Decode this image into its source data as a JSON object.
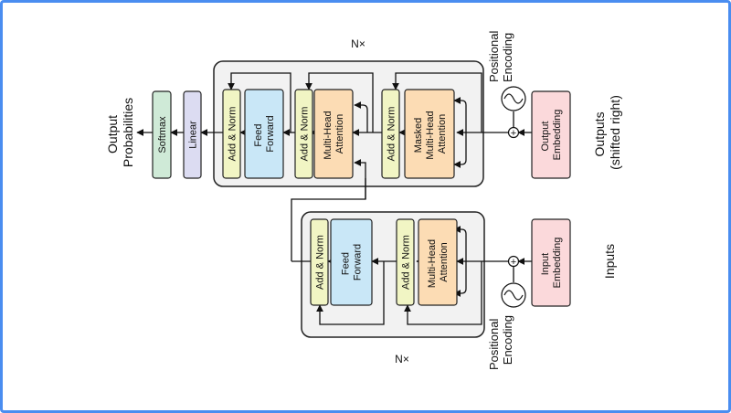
{
  "colors": {
    "frame": "#4a8df0",
    "stack_fill": "#f2f2f2",
    "stack_stroke": "#222222",
    "add_norm": "#f1f5c4",
    "feed_forward": "#c9e7f7",
    "attention": "#fcdcb4",
    "linear": "#dcdcf2",
    "softmax": "#cfead7",
    "embedding": "#fbd9db"
  },
  "decoder": {
    "repeat_label": "N×",
    "add_norm_3": "Add & Norm",
    "feed_forward": [
      "Feed",
      "Forward"
    ],
    "add_norm_2": "Add & Norm",
    "cross_attention": [
      "Multi-Head",
      "Attention"
    ],
    "add_norm_1": "Add & Norm",
    "masked_attention": [
      "Masked",
      "Multi-Head",
      "Attention"
    ]
  },
  "encoder": {
    "repeat_label": "N×",
    "add_norm_2": "Add & Norm",
    "feed_forward": [
      "Feed",
      "Forward"
    ],
    "add_norm_1": "Add & Norm",
    "self_attention": [
      "Multi-Head",
      "Attention"
    ]
  },
  "head": {
    "linear": "Linear",
    "softmax": "Softmax",
    "output_label": [
      "Output",
      "Probabilities"
    ]
  },
  "decoder_input": {
    "embedding": [
      "Output",
      "Embedding"
    ],
    "label": [
      "Outputs",
      "(shifted right)"
    ],
    "positional": [
      "Positional",
      "Encoding"
    ]
  },
  "encoder_input": {
    "embedding": [
      "Input",
      "Embedding"
    ],
    "label": "Inputs",
    "positional": [
      "Positional",
      "Encoding"
    ]
  },
  "plus_symbol": "+"
}
